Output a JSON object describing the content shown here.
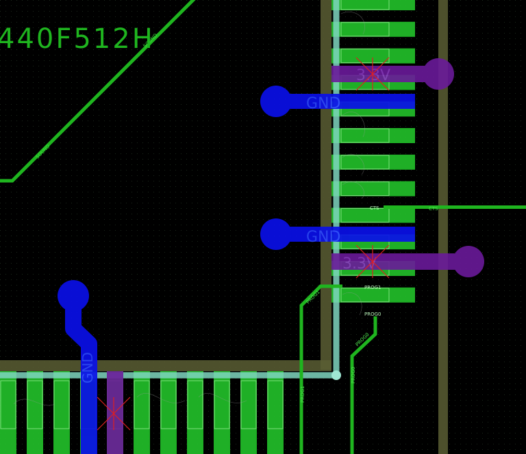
{
  "view": {
    "background_color": "#000000",
    "grid_dot_color": "#1c2a1c"
  },
  "colors": {
    "top_copper": "#1fb51f",
    "pad_fill": "#22c22a",
    "pad_edge": "#7fe07f",
    "silk_outline": "#666a3a",
    "bottom_copper": "#0a10e8",
    "power_plane": "#6a1a9a",
    "highlight_trace": "#7fd6c0",
    "red_marker": "#e11f1f"
  },
  "part_label": "440F512H",
  "net_labels": {
    "gnd_upper": "GND",
    "gnd_lower": "GND",
    "v33_upper": "3.3V",
    "v33_lower": "3.3V",
    "gnd_vertical": "GND",
    "cts_pad": "CTS",
    "cts_trace": "CTS",
    "prog1_pad": "PROG1",
    "prog0_pad": "PROG0",
    "prog1_trace": "PROG1",
    "prog0_trace": "PROG0",
    "diag_trace": "SOUND"
  },
  "right_pads": {
    "count": 12
  },
  "bottom_pads": {
    "count": 11
  }
}
